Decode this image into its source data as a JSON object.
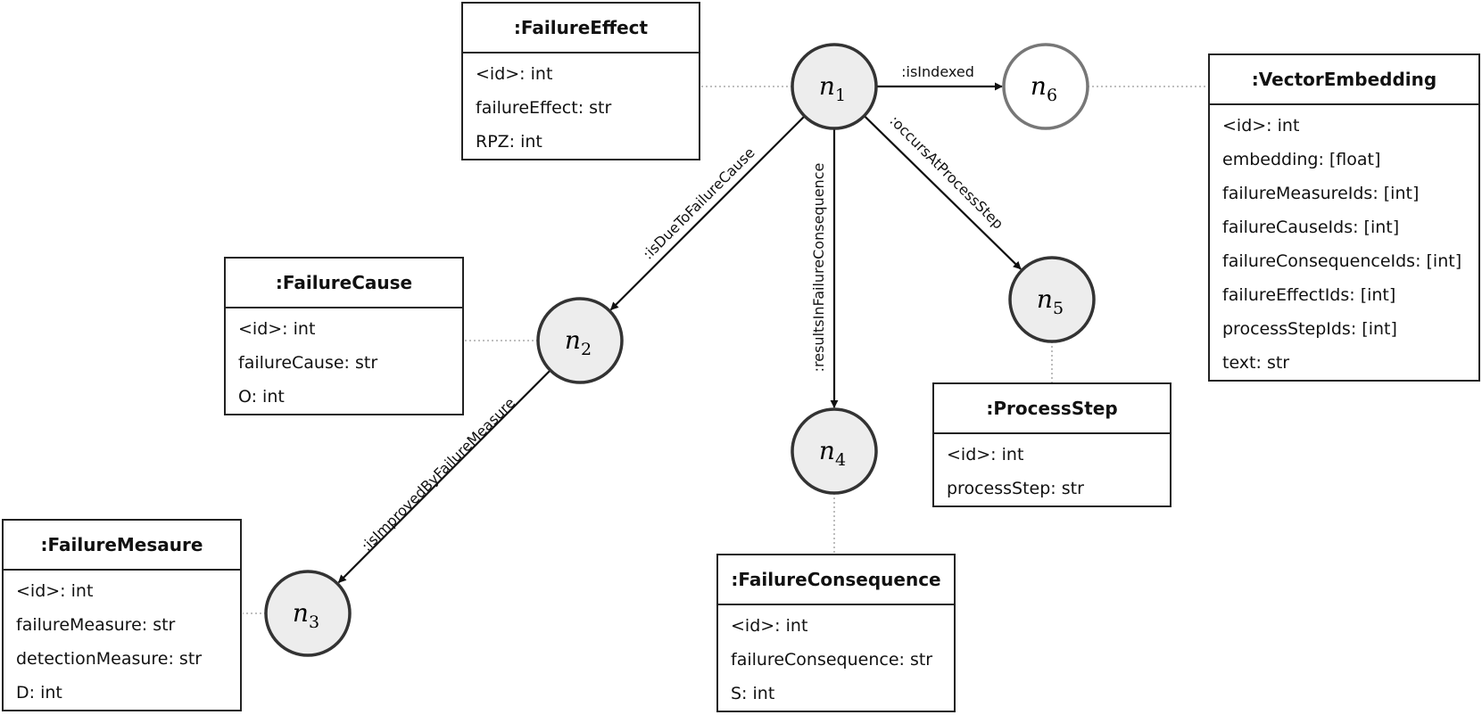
{
  "nodes": [
    {
      "id": "n1",
      "base": "n",
      "sub": "1",
      "style": "filled"
    },
    {
      "id": "n2",
      "base": "n",
      "sub": "2",
      "style": "filled"
    },
    {
      "id": "n3",
      "base": "n",
      "sub": "3",
      "style": "filled"
    },
    {
      "id": "n4",
      "base": "n",
      "sub": "4",
      "style": "filled"
    },
    {
      "id": "n5",
      "base": "n",
      "sub": "5",
      "style": "filled"
    },
    {
      "id": "n6",
      "base": "n",
      "sub": "6",
      "style": "outline"
    }
  ],
  "edges": [
    {
      "from": "n1",
      "to": "n6",
      "label": ":isIndexed"
    },
    {
      "from": "n1",
      "to": "n2",
      "label": ":isDueToFailureCause"
    },
    {
      "from": "n1",
      "to": "n4",
      "label": ":resultsInFailureConsequence"
    },
    {
      "from": "n1",
      "to": "n5",
      "label": ":occursAtProcessStep"
    },
    {
      "from": "n2",
      "to": "n3",
      "label": ":isImprovedByFailureMeasure"
    }
  ],
  "classes": {
    "failure_effect": {
      "title": ":FailureEffect",
      "attributes": [
        "<id>: int",
        "failureEffect: str",
        "RPZ: int"
      ]
    },
    "failure_cause": {
      "title": ":FailureCause",
      "attributes": [
        "<id>: int",
        "failureCause: str",
        "O: int"
      ]
    },
    "failure_measure": {
      "title": ":FailureMesaure",
      "attributes": [
        "<id>: int",
        "failureMeasure: str",
        "detectionMeasure: str",
        "D: int"
      ]
    },
    "failure_consequence": {
      "title": ":FailureConsequence",
      "attributes": [
        "<id>: int",
        "failureConsequence: str",
        "S: int"
      ]
    },
    "process_step": {
      "title": ":ProcessStep",
      "attributes": [
        "<id>: int",
        "processStep: str"
      ]
    },
    "vector_embedding": {
      "title": ":VectorEmbedding",
      "attributes": [
        "<id>: int",
        "embedding: [float]",
        "failureMeasureIds: [int]",
        "failureCauseIds: [int]",
        "failureConsequenceIds: [int]",
        "failureEffectIds: [int]",
        "processStepIds: [int]",
        "text: str"
      ]
    }
  },
  "colors": {
    "node_fill": "#ededed",
    "node_stroke": "#333333",
    "outline_stroke": "#777777",
    "line": "#111111",
    "dotted": "#999999"
  }
}
